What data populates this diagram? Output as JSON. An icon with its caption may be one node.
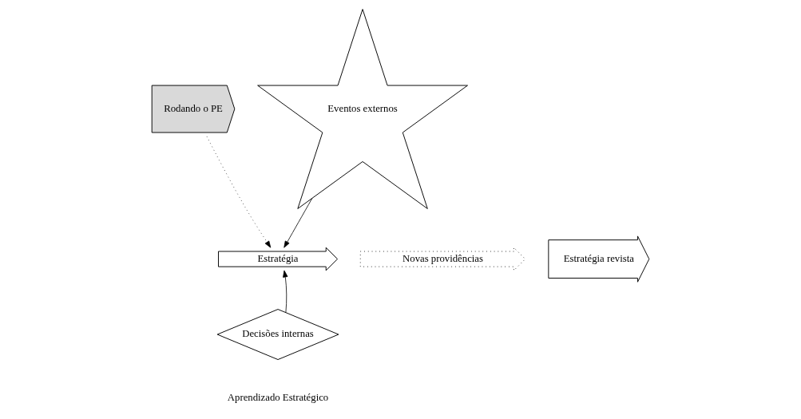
{
  "diagram": {
    "nodes": [
      {
        "text": [
          "Rodando o PE"
        ]
      },
      {
        "text": [
          "Eventos externos"
        ]
      },
      {
        "text": [
          "Estratégia"
        ]
      },
      {
        "text": [
          "Novas providências"
        ]
      },
      {
        "text": [
          "Estratégia revista"
        ]
      },
      {
        "text": [
          "Decisões internas"
        ]
      }
    ],
    "edges": [
      {
        "from": 0,
        "to": 2,
        "arrow": "to",
        "style": "dashed"
      },
      {
        "from": 1,
        "to": 2,
        "arrow": "to"
      },
      {
        "from": 5,
        "to": 2,
        "arrow": "to"
      }
    ],
    "labels": [
      "Aprendizado Estratégico"
    ]
  }
}
